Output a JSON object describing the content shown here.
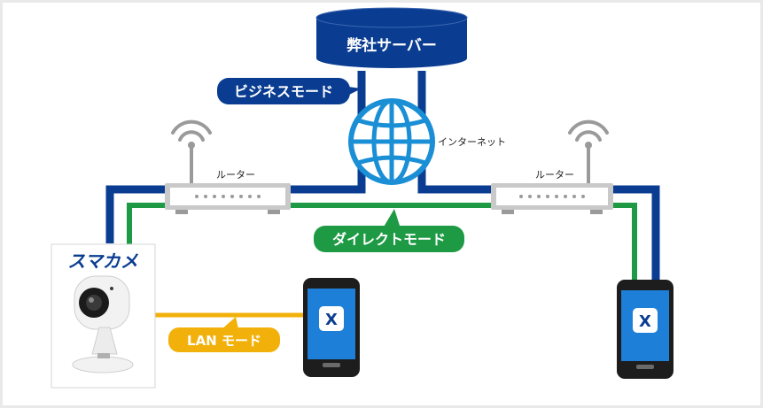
{
  "server": {
    "label": "弊社サーバー"
  },
  "internet": {
    "label": "インターネット"
  },
  "router_left": {
    "label": "ルーター"
  },
  "router_right": {
    "label": "ルーター"
  },
  "modes": {
    "business": "ビジネスモード",
    "direct": "ダイレクトモード",
    "lan": "LAN モード"
  },
  "brand": {
    "logo_text": "スマカメ"
  },
  "colors": {
    "business_line": "#0a3d91",
    "direct_line": "#1e9a44",
    "lan_line": "#f2b10a",
    "globe": "#1a8fd6",
    "phone_screen": "#1e7fd8",
    "router_body": "#c9c9c9"
  }
}
